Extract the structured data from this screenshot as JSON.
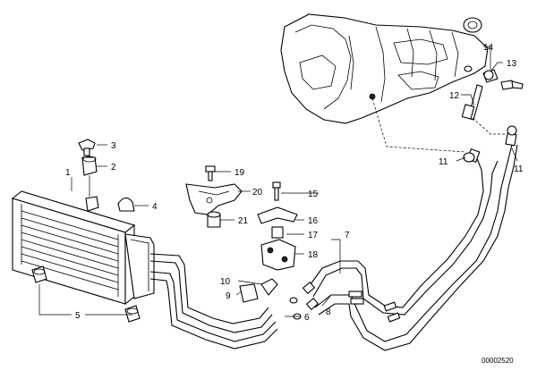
{
  "callouts": [
    "1",
    "2",
    "3",
    "4",
    "5",
    "6",
    "7",
    "8",
    "9",
    "10",
    "11",
    "11",
    "12",
    "13",
    "14",
    "15",
    "16",
    "17",
    "18",
    "19",
    "20",
    "21"
  ],
  "drawing_number": "00002520"
}
